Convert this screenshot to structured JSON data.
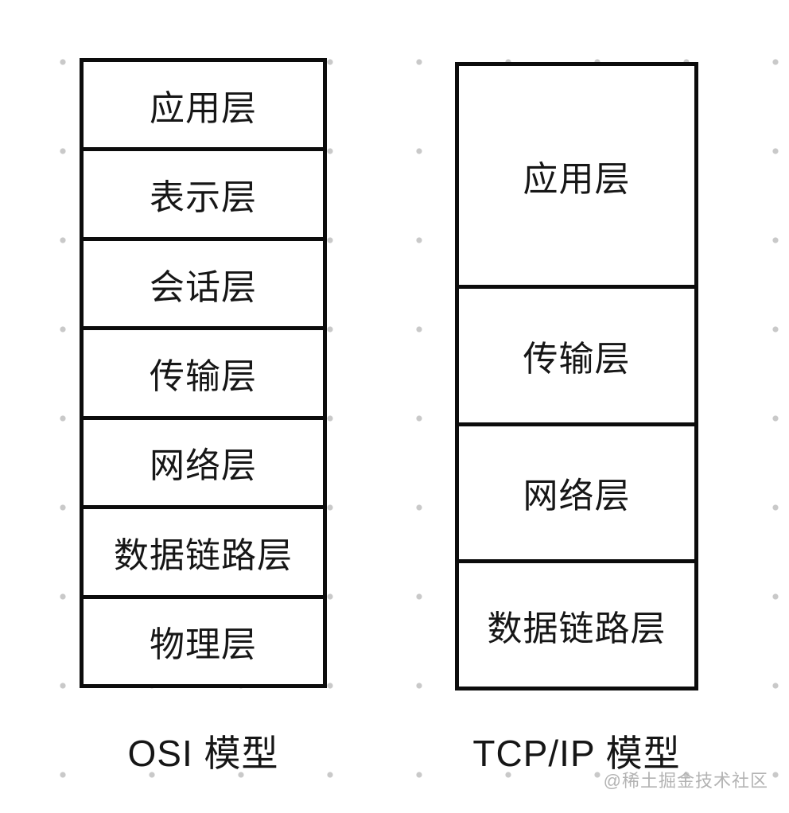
{
  "page": {
    "background_color": "#ffffff",
    "dot_color": "#c9c9c9",
    "border_color": "#0c0c0c",
    "text_color": "#161616",
    "watermark": "@稀土掘金技术社区",
    "watermark_color": "#b3b3b3"
  },
  "diagram": {
    "osi": {
      "caption": "OSI 模型",
      "layers": [
        "应用层",
        "表示层",
        "会话层",
        "传输层",
        "网络层",
        "数据链路层",
        "物理层"
      ]
    },
    "tcpip": {
      "caption": "TCP/IP 模型",
      "layers": [
        "应用层",
        "传输层",
        "网络层",
        "数据链路层"
      ]
    }
  }
}
